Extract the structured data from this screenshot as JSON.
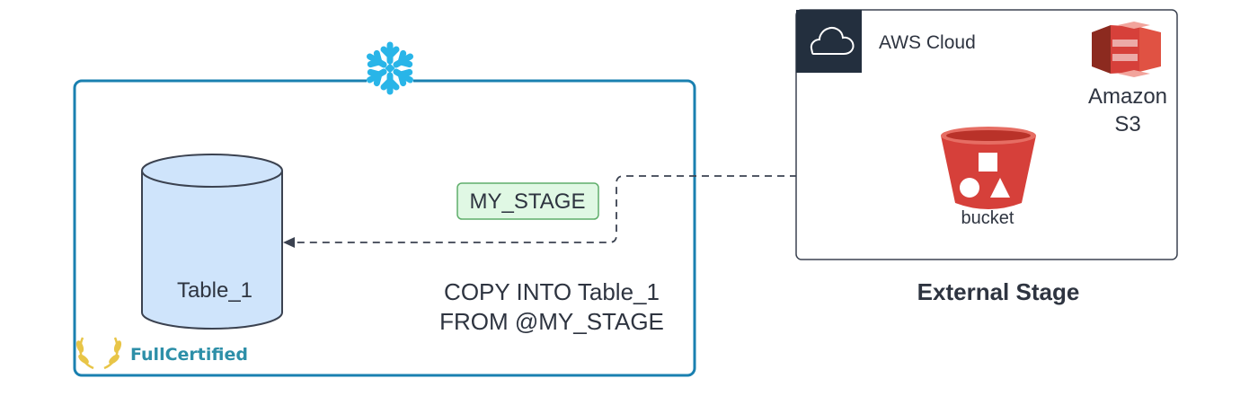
{
  "snowflake": {
    "table_label": "Table_1",
    "stage_label": "MY_STAGE",
    "command_line_1": "COPY INTO Table_1",
    "command_line_2": "FROM @MY_STAGE",
    "logo_icon": "snowflake-icon",
    "watermark": "FullCertified",
    "watermark_icon": "laurel-wreath-icon"
  },
  "aws": {
    "group_label": "AWS Cloud",
    "group_icon": "cloud-icon",
    "service_label_line_1": "Amazon",
    "service_label_line_2": "S3",
    "service_icon": "amazon-s3-icon",
    "bucket_label": "bucket",
    "bucket_icon": "s3-bucket-icon",
    "caption": "External Stage"
  },
  "colors": {
    "snowflake_border": "#1a80b0",
    "snowflake_blue": "#29b5e8",
    "table_fill": "#cfe4fb",
    "stage_fill": "#e0f8e4",
    "stage_border": "#5fae6b",
    "aws_dark": "#232f3e",
    "s3_red": "#d6403a",
    "watermark_teal": "#2d8fa8",
    "watermark_gold": "#e8c547"
  }
}
